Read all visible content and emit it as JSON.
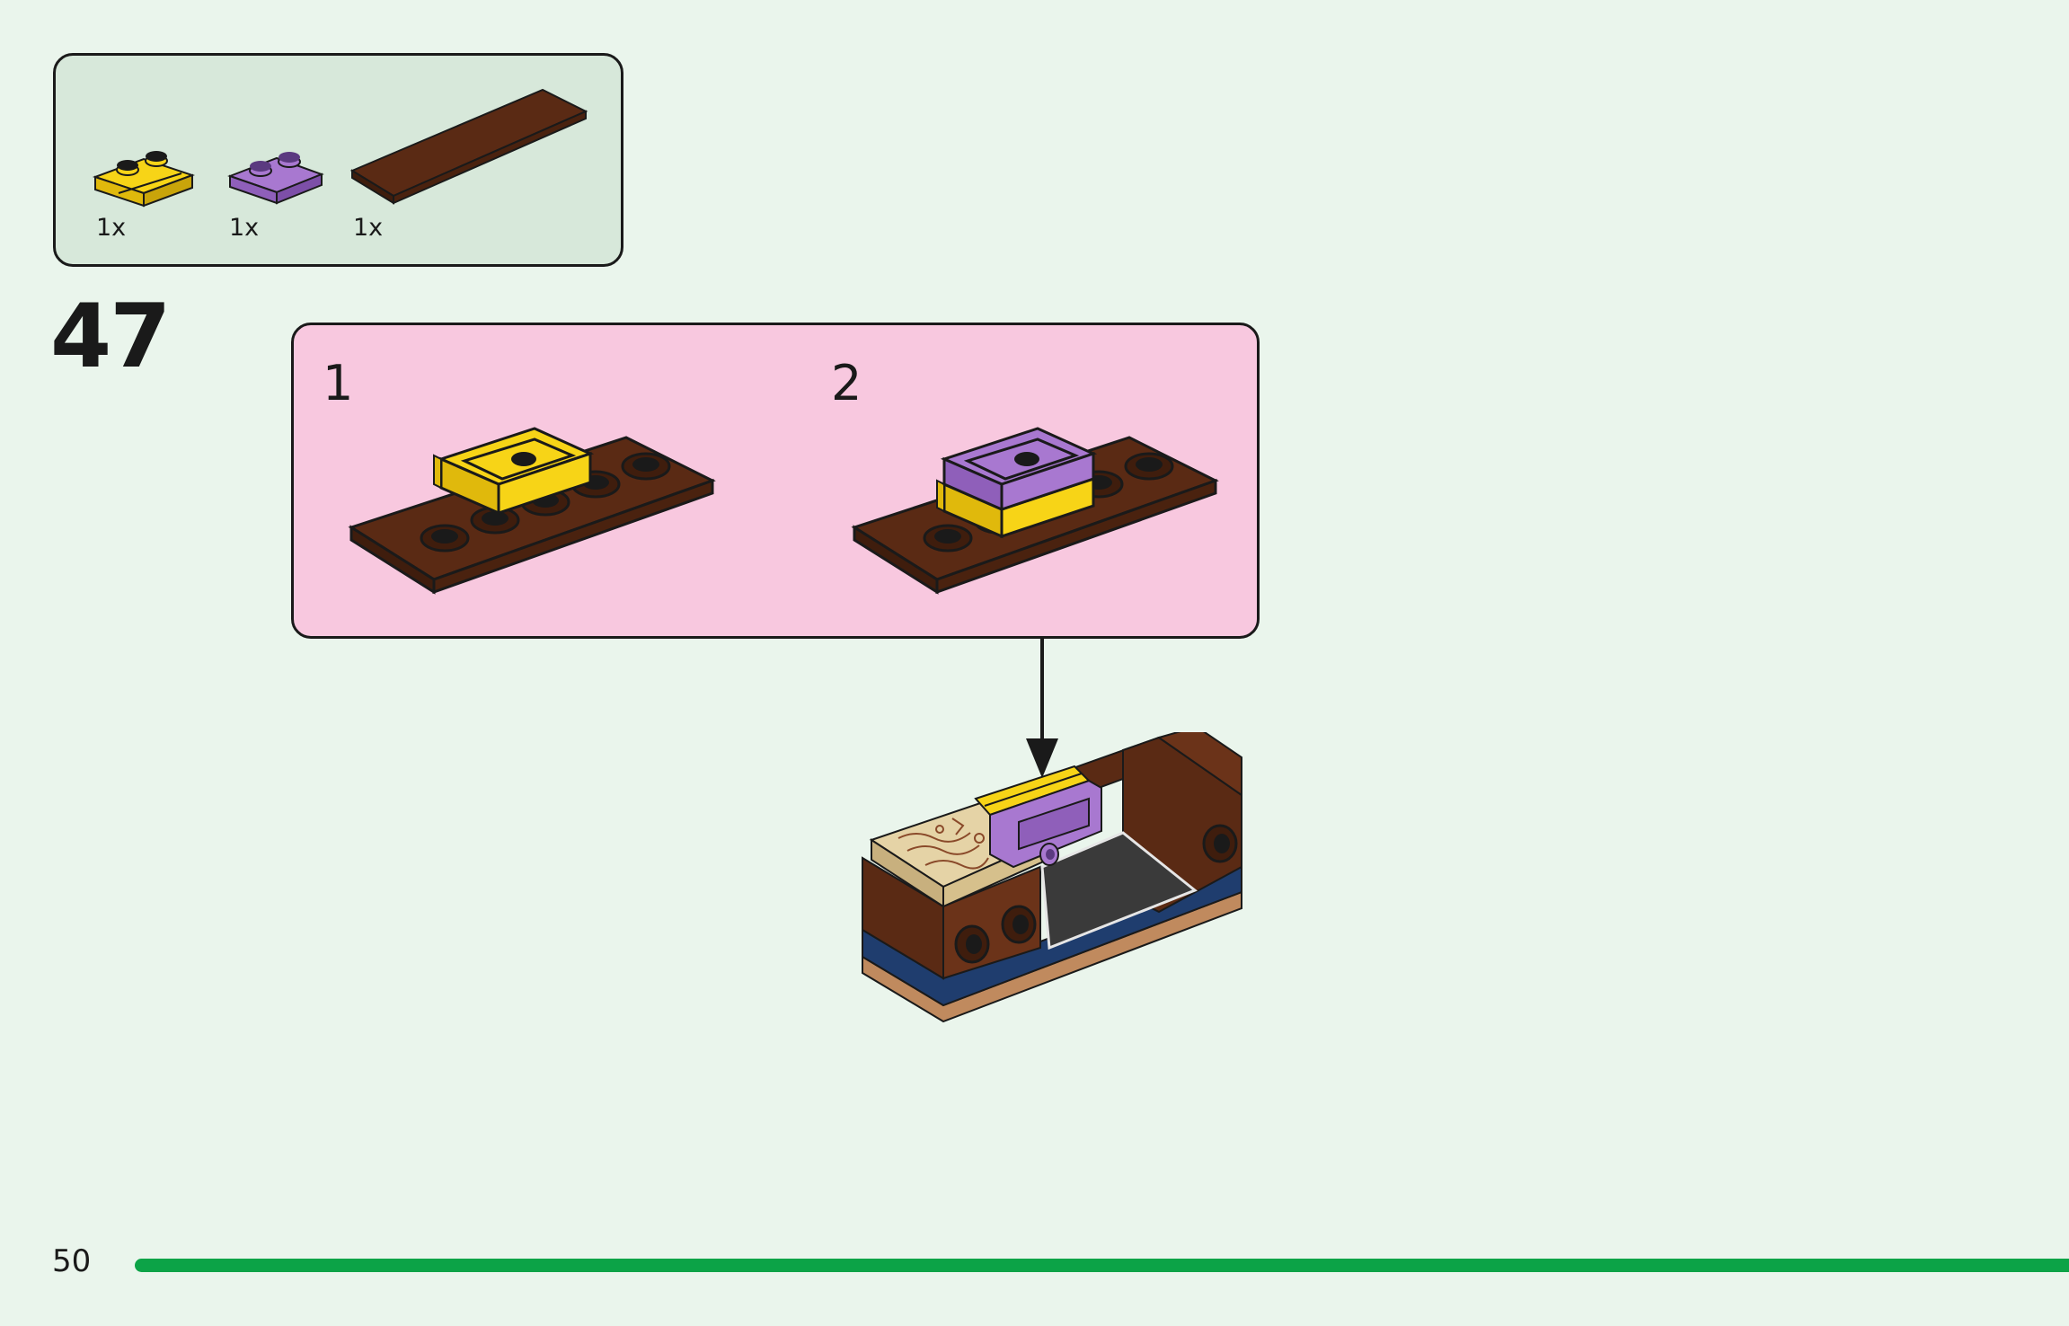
{
  "parts_list": {
    "items": [
      {
        "name": "yellow-plate-with-rail-1x2",
        "color": "#f7d417",
        "qty": "1x"
      },
      {
        "name": "lavender-plate-1x2",
        "color": "#a878d0",
        "qty": "1x"
      },
      {
        "name": "reddish-brown-tile-2x6",
        "color": "#5a2a14",
        "qty": "1x"
      }
    ]
  },
  "step": {
    "number": "47"
  },
  "substeps": [
    {
      "label": "1"
    },
    {
      "label": "2"
    }
  ],
  "footer": {
    "page_number": "50"
  },
  "colors": {
    "background": "#eaf5ec",
    "parts_box": "#d7e8da",
    "substeps_box": "#f8c8df",
    "progress": "#0ca347",
    "reddish_brown": "#5a2a14",
    "yellow": "#f7d417",
    "lavender": "#a878d0"
  }
}
